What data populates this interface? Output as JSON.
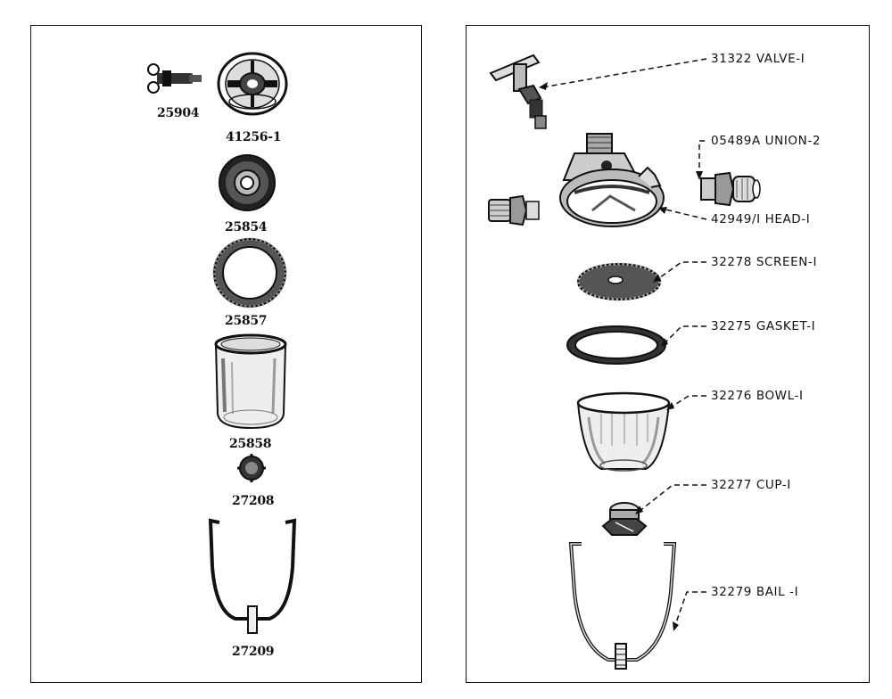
{
  "left_parts": [
    {
      "id": "fitting",
      "number": "25904"
    },
    {
      "id": "head",
      "number": "41256-1"
    },
    {
      "id": "screen",
      "number": "25854"
    },
    {
      "id": "gasket",
      "number": "25857"
    },
    {
      "id": "bowl",
      "number": "25858"
    },
    {
      "id": "cup",
      "number": "27208"
    },
    {
      "id": "bail",
      "number": "27209"
    }
  ],
  "right_callouts": [
    {
      "id": "valve",
      "text": "31322 VALVE-I"
    },
    {
      "id": "union",
      "text": "05489A UNION-2"
    },
    {
      "id": "head",
      "text": "42949/I HEAD-I"
    },
    {
      "id": "screen",
      "text": "32278 SCREEN-I"
    },
    {
      "id": "gasket",
      "text": "32275 GASKET-I"
    },
    {
      "id": "bowl",
      "text": "32276 BOWL-I"
    },
    {
      "id": "cup",
      "text": "32277 CUP-I"
    },
    {
      "id": "bail",
      "text": "32279 BAIL -I"
    }
  ]
}
